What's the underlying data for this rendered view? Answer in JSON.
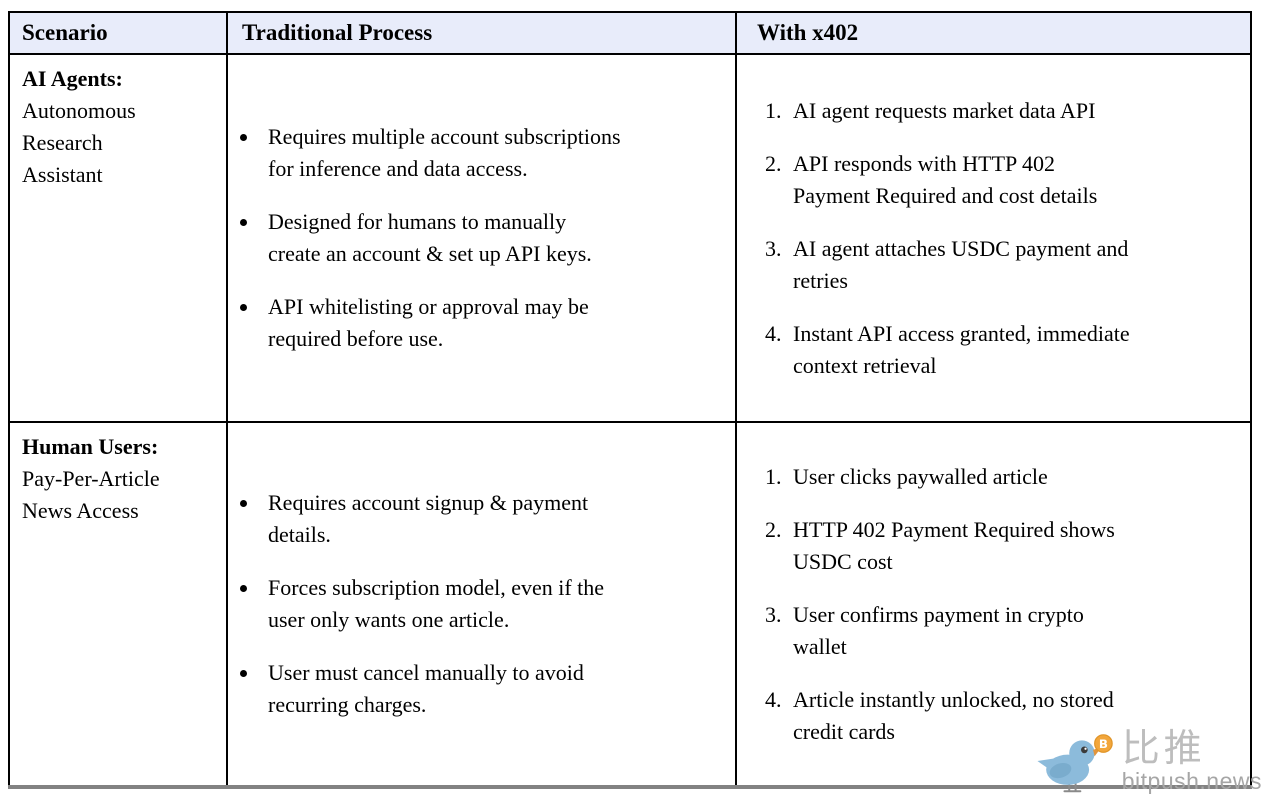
{
  "table": {
    "headers": [
      "Scenario",
      "Traditional Process",
      "With x402"
    ],
    "rows": [
      {
        "scenario_title": "AI Agents:",
        "scenario_subtitle": "Autonomous\nResearch\nAssistant",
        "traditional": [
          "Requires multiple account subscriptions\nfor inference and data access.",
          "Designed for humans to manually\ncreate an account & set up API keys.",
          "API whitelisting or approval may be\nrequired before use."
        ],
        "x402": [
          "AI agent requests market data API",
          "API responds with HTTP 402\nPayment Required and cost details",
          "AI agent attaches USDC payment and\nretries",
          "Instant API access granted, immediate\ncontext retrieval"
        ]
      },
      {
        "scenario_title": "Human Users:",
        "scenario_subtitle": "Pay-Per-Article\nNews Access",
        "traditional": [
          "Requires account signup & payment\ndetails.",
          "Forces subscription model, even if the\nuser only wants one article.",
          "User must cancel manually to avoid\nrecurring charges."
        ],
        "x402": [
          "User clicks paywalled article",
          "HTTP 402 Payment Required shows\nUSDC cost",
          "User confirms payment in crypto\nwallet",
          "Article instantly unlocked, no stored\ncredit cards"
        ]
      }
    ]
  },
  "watermark": {
    "brand_cn": "比推",
    "brand_domain": "bitpush.news",
    "coin_letter": "B",
    "colors": {
      "bird": "#8cbbdb",
      "wing": "#7aaccd",
      "coin": "#f2a63b",
      "text_cn": "#bdbdbd",
      "text_domain": "#a6a6a6"
    }
  },
  "colors": {
    "header_bg": "#e8ecfa",
    "border": "#000000",
    "rule_shadow": "#828282"
  }
}
